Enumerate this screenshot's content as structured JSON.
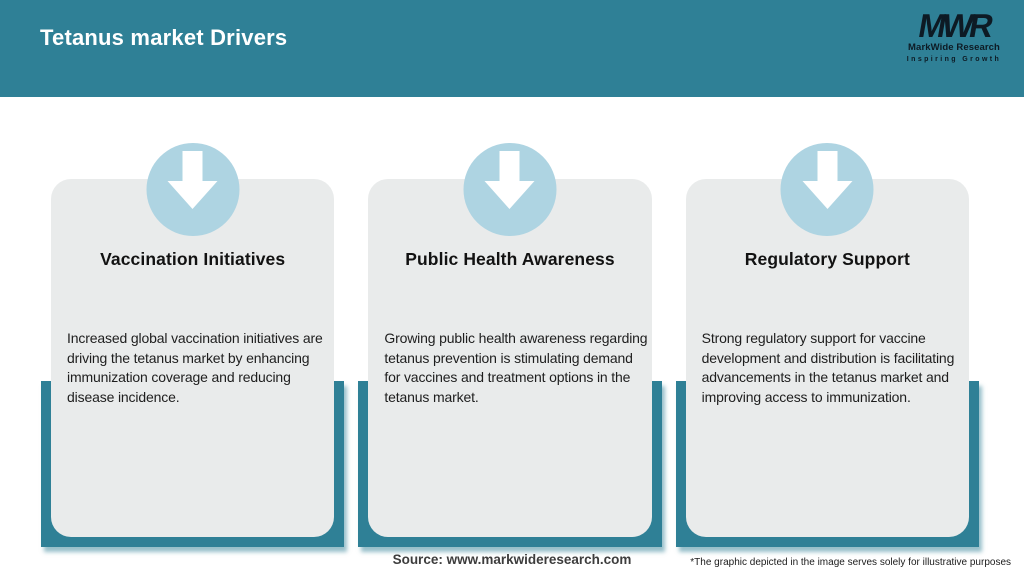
{
  "header": {
    "title": "Tetanus market Drivers",
    "logo": {
      "acronym": "MWR",
      "name": "MarkWide Research",
      "tagline": "Inspiring Growth"
    }
  },
  "cards": [
    {
      "icon": "down-arrow-icon",
      "title": "Vaccination Initiatives",
      "description": "Increased global vaccination initiatives are driving the tetanus market by enhancing immunization coverage and reducing disease incidence."
    },
    {
      "icon": "down-arrow-icon",
      "title": "Public Health Awareness",
      "description": "Growing public health awareness regarding tetanus prevention is stimulating demand for vaccines and treatment options in the tetanus market."
    },
    {
      "icon": "down-arrow-icon",
      "title": "Regulatory Support",
      "description": "Strong regulatory support for vaccine development and distribution is facilitating advancements in the tetanus market and improving access to immunization."
    }
  ],
  "footer": {
    "source": "Source: www.markwideresearch.com",
    "disclaimer": "*The graphic depicted in the image serves solely for illustrative purposes"
  },
  "colors": {
    "teal": "#2f8096",
    "light_blue": "#aed4e2",
    "card_gray": "#e9ebeb"
  }
}
